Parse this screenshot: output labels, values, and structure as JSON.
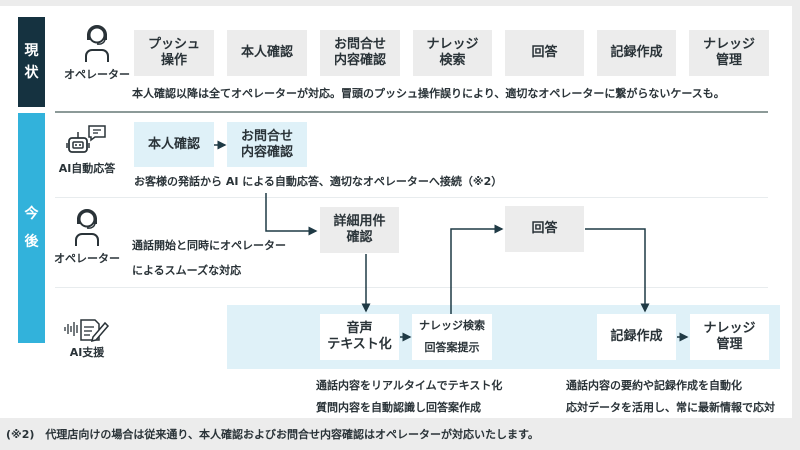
{
  "sections": {
    "current": {
      "label_line1": "現",
      "label_line2": "状",
      "actor": {
        "icon": "operator-headset-icon",
        "label": "オペレーター"
      },
      "steps": [
        {
          "line1": "プッシュ",
          "line2": "操作"
        },
        {
          "line1": "本人確認",
          "line2": ""
        },
        {
          "line1": "お問合せ",
          "line2": "内容確認"
        },
        {
          "line1": "ナレッジ",
          "line2": "検索"
        },
        {
          "line1": "回答",
          "line2": ""
        },
        {
          "line1": "記録作成",
          "line2": ""
        },
        {
          "line1": "ナレッジ",
          "line2": "管理"
        }
      ],
      "note": "本人確認以降は全てオペレーターが対応。冒頭のプッシュ操作誤りにより、適切なオペレーターに繋がらないケースも。"
    },
    "future": {
      "label_line1": "今",
      "label_line2": "後",
      "ai_response": {
        "actor": {
          "icon": "ai-robot-chat-icon",
          "label": "AI自動応答"
        },
        "step1": "本人確認",
        "step2_line1": "お問合せ",
        "step2_line2": "内容確認",
        "note": "お客様の発話から AI による自動応答、適切なオペレーターへ接続（※2）"
      },
      "operator": {
        "actor": {
          "icon": "operator-headset-icon",
          "label": "オペレーター"
        },
        "note_line1": "通話開始と同時にオペレーター",
        "note_line2": "によるスムーズな対応",
        "detail_line1": "詳細用件",
        "detail_line2": "確認",
        "answer": "回答"
      },
      "ai_support": {
        "actor": {
          "icon": "voice-document-pen-icon",
          "label": "AI支援"
        },
        "speech_line1": "音声",
        "speech_line2": "テキスト化",
        "knowledge_line1": "ナレッジ検索",
        "knowledge_line2": "回答案提示",
        "record": "記録作成",
        "km_line1": "ナレッジ",
        "km_line2": "管理",
        "note_left_line1": "通話内容をリアルタイムでテキスト化",
        "note_left_line2": "質問内容を自動認識し回答案作成",
        "note_right_line1": "通話内容の要約や記録作成を自動化",
        "note_right_line2": "応対データを活用し、常に最新情報で応対"
      }
    }
  },
  "footnote": "(※2)　代理店向けの場合は従来通り、本人確認およびお問合せ内容確認はオペレーターが対応いたします。",
  "colors": {
    "current_label_bg": "#153240",
    "future_label_bg": "#32b2db",
    "gray_box": "#ececec",
    "light_blue": "#dff1f8",
    "arrow": "#1f3a45"
  }
}
